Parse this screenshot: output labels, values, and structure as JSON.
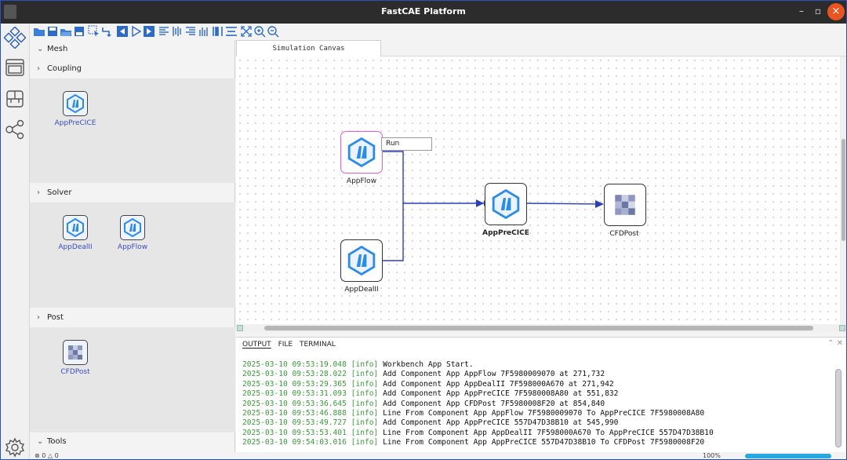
{
  "window": {
    "title": "FastCAE Platform",
    "minimize": "–",
    "maximize": "▫",
    "close": "×"
  },
  "activity_bar": {
    "items": [
      "components-icon",
      "window-icon",
      "layout-icon",
      "share-graph-icon"
    ],
    "settings": "settings-gear-icon"
  },
  "toolbar": {
    "buttons": [
      "open-folder",
      "save",
      "open",
      "save-as",
      "select",
      "connect",
      "step-back",
      "play",
      "step-forward",
      "align-left",
      "align-center",
      "align-right",
      "distribute",
      "align-bottom",
      "align-v-center",
      "align-h",
      "fit-view",
      "zoom-in",
      "zoom-out"
    ]
  },
  "sidebar": {
    "sections": [
      {
        "label": "Mesh",
        "expanded": true,
        "components": []
      },
      {
        "label": "Coupling",
        "expanded": false,
        "components": [
          {
            "label": "AppPreCICE",
            "icon": "app-logo-icon"
          }
        ]
      },
      {
        "label": "Solver",
        "expanded": false,
        "components": [
          {
            "label": "AppDealII",
            "icon": "app-logo-icon"
          },
          {
            "label": "AppFlow",
            "icon": "app-logo-icon"
          }
        ]
      },
      {
        "label": "Post",
        "expanded": false,
        "components": [
          {
            "label": "CFDPost",
            "icon": "cfdpost-mosaic-icon"
          }
        ]
      },
      {
        "label": "Tools",
        "expanded": true,
        "components": []
      }
    ],
    "chevron_collapsed": "›",
    "chevron_expanded": "⌄"
  },
  "canvas": {
    "tab_label": "Simulation Canvas",
    "context_menu": {
      "item": "Run"
    },
    "nodes": [
      {
        "label": "AppFlow",
        "selected": true
      },
      {
        "label": "AppDealII",
        "selected": false
      },
      {
        "label": "AppPreCICE",
        "selected": false
      },
      {
        "label": "CFDPost",
        "selected": false
      }
    ],
    "edge_color": "#2a3fb8"
  },
  "panel": {
    "tabs": [
      "OUTPUT",
      "FILE",
      "TERMINAL"
    ],
    "active_tab": "OUTPUT",
    "log": [
      {
        "ts": "2025-03-10 09:53:19.048",
        "level": "[info]",
        "msg": "Workbench App Start."
      },
      {
        "ts": "2025-03-10 09:53:28.022",
        "level": "[info]",
        "msg": "Add Component App AppFlow 7F5980009070 at 271,732"
      },
      {
        "ts": "2025-03-10 09:53:29.365",
        "level": "[info]",
        "msg": "Add Component App AppDealII 7F598000A670 at 271,942"
      },
      {
        "ts": "2025-03-10 09:53:31.093",
        "level": "[info]",
        "msg": "Add Component App AppPreCICE 7F5980008A80 at 551,832"
      },
      {
        "ts": "2025-03-10 09:53:36.645",
        "level": "[info]",
        "msg": "Add Component App CFDPost 7F5980008F20 at 854,840"
      },
      {
        "ts": "2025-03-10 09:53:46.888",
        "level": "[info]",
        "msg": "Line From Component App AppFlow 7F5980009070 To AppPreCICE 7F5980008A80"
      },
      {
        "ts": "2025-03-10 09:53:49.727",
        "level": "[info]",
        "msg": "Add Component App AppPreCICE 557D47D38B10 at 545,990"
      },
      {
        "ts": "2025-03-10 09:53:53.401",
        "level": "[info]",
        "msg": "Line From Component App AppDealII 7F598000A670 To AppPreCICE 557D47D38B10"
      },
      {
        "ts": "2025-03-10 09:54:03.016",
        "level": "[info]",
        "msg": "Line From Component App AppPreCICE 557D47D38B10 To CFDPost 7F5980008F20"
      }
    ]
  },
  "statusbar": {
    "errors": "0",
    "warnings": "0",
    "zoom": "100%"
  },
  "colors": {
    "accent": "#2a52be",
    "label_blue": "#3b4dbf",
    "log_green": "#3a9a3a",
    "selection": "#e45ad8"
  }
}
